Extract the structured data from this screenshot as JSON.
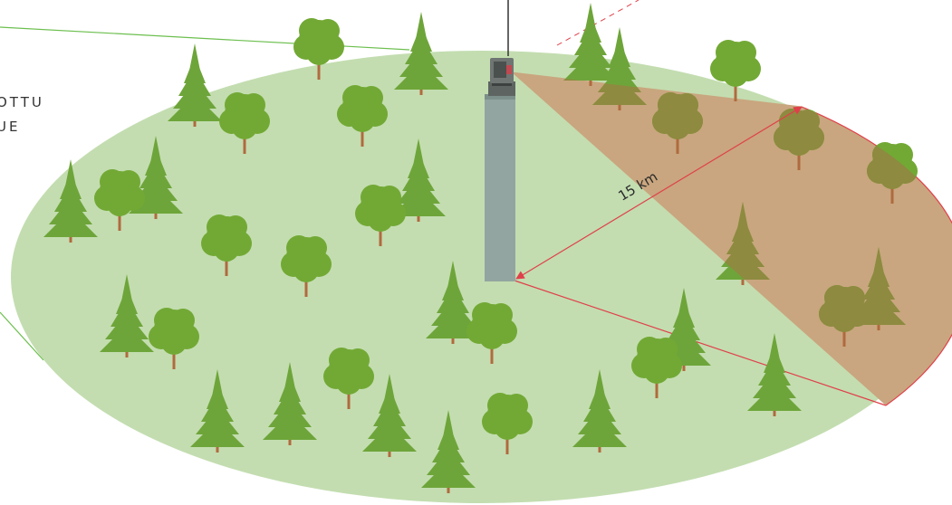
{
  "labels": {
    "area_line1": "OTTU",
    "area_line2": "UE",
    "distance": "15 km"
  },
  "colors": {
    "ground": "#c3ddb0",
    "conifer": "#6ea53a",
    "broadleaf": "#72a935",
    "trunk": "#b06a3e",
    "sector_fill": "#c9a67f",
    "tree_in_sector": "#8e8a40",
    "tower": "#93a5a0",
    "sector_line": "#e0404a",
    "guide_line": "#6cbf4e"
  },
  "icons": {
    "tower_device": "radar-camera-icon",
    "conifer": "spruce-tree-icon",
    "broadleaf": "deciduous-tree-icon"
  }
}
